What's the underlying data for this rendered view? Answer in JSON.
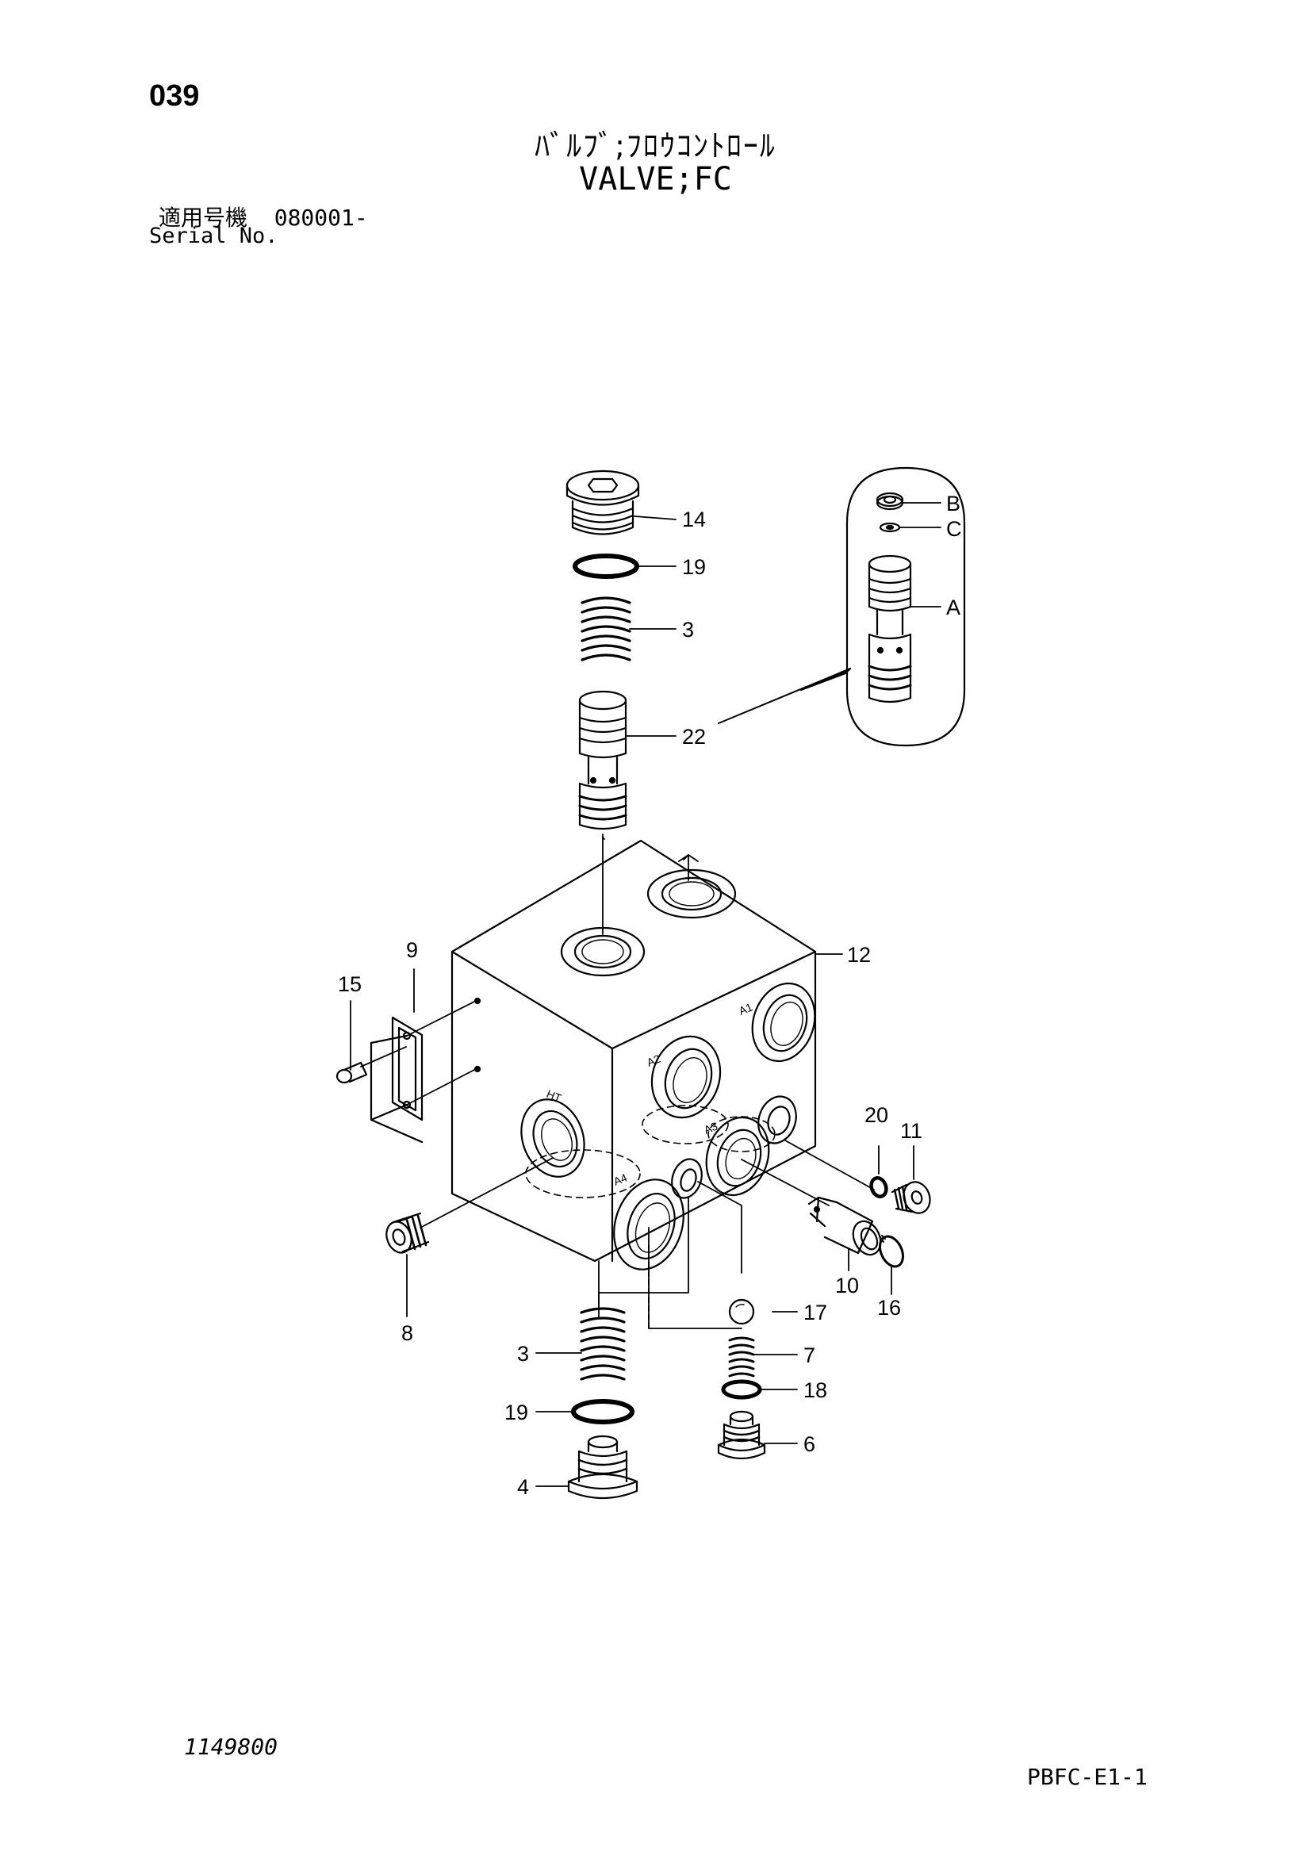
{
  "header": {
    "page_number": "039",
    "title_jp": "ﾊﾞﾙﾌﾞ;ﾌﾛｳｺﾝﾄﾛｰﾙ",
    "title_en": "VALVE;FC",
    "serial_jp": "適用号機  080001-",
    "serial_en": "Serial No."
  },
  "footer": {
    "doc_number": "1149800",
    "doc_code": "PBFC-E1-1"
  },
  "callouts": {
    "p14": "14",
    "p19_top": "19",
    "p3_top": "3",
    "p22": "22",
    "pB": "B",
    "pC": "C",
    "pA": "A",
    "p12": "12",
    "p9": "9",
    "p15": "15",
    "p20": "20",
    "p11": "11",
    "p10": "10",
    "p16": "16",
    "p8": "8",
    "p17": "17",
    "p3_bot": "3",
    "p7": "7",
    "p18": "18",
    "p19_bot": "19",
    "p6": "6",
    "p4": "4"
  },
  "ports": {
    "a1": "A1",
    "a2": "A2",
    "a3": "A3",
    "a4": "A4",
    "ht": "HT"
  }
}
